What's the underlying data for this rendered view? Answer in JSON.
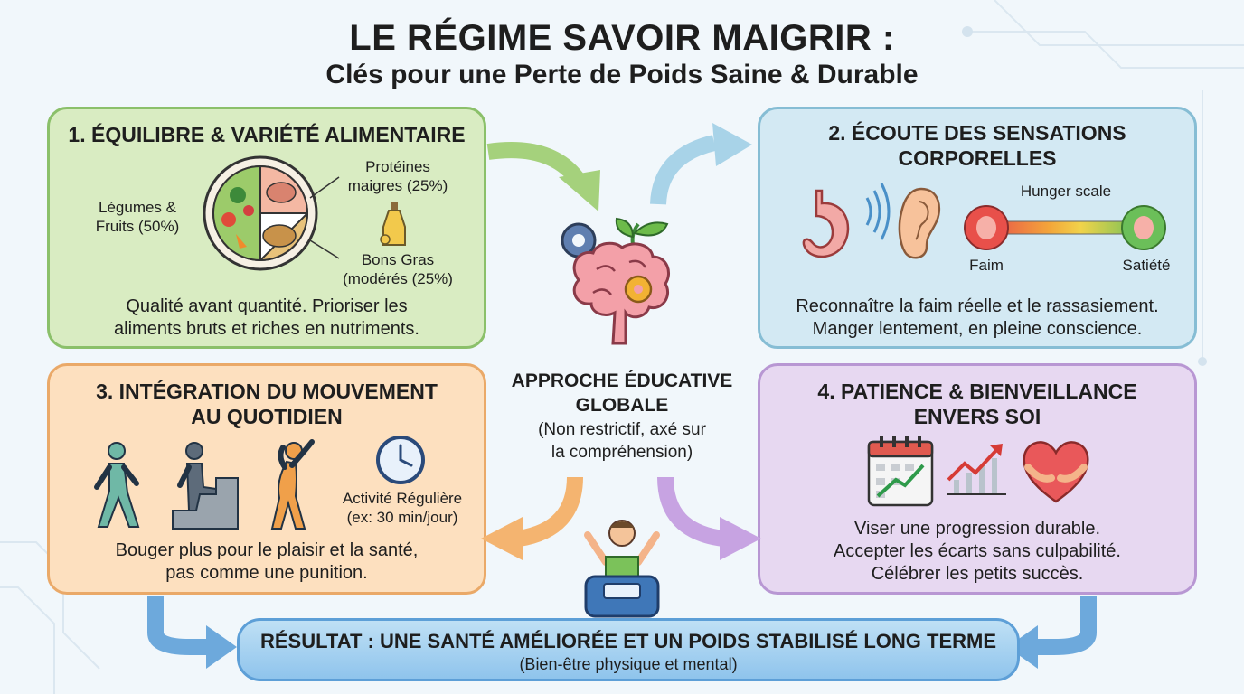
{
  "header": {
    "title": "LE RÉGIME SAVOIR MAIGRIR :",
    "subtitle": "Clés pour une Perte de Poids Saine & Durable"
  },
  "box1": {
    "title": "1. ÉQUILIBRE & VARIÉTÉ ALIMENTAIRE",
    "label_veg_1": "Légumes &",
    "label_veg_2": "Fruits (50%)",
    "label_prot_1": "Protéines",
    "label_prot_2": "maigres (25%)",
    "label_fat_1": "Bons Gras",
    "label_fat_2": "(modérés (25%)",
    "text_1": "Qualité avant quantité. Prioriser les",
    "text_2": "aliments bruts et riches en nutriments."
  },
  "box2": {
    "title_1": "2. ÉCOUTE DES SENSATIONS",
    "title_2": "CORPORELLES",
    "scale_label": "Hunger scale",
    "scale_left": "Faim",
    "scale_right": "Satiété",
    "text_1": "Reconnaître la faim réelle et le rassasiement.",
    "text_2": "Manger lentement, en pleine conscience."
  },
  "box3": {
    "title_1": "3. INTÉGRATION DU MOUVEMENT",
    "title_2": "AU QUOTIDIEN",
    "activity_1": "Activité Régulière",
    "activity_2": "(ex: 30 min/jour)",
    "text_1": "Bouger plus pour le plaisir et la santé,",
    "text_2": "pas comme une punition."
  },
  "box4": {
    "title_1": "4. PATIENCE & BIENVEILLANCE",
    "title_2": "ENVERS SOI",
    "text_1": "Viser une progression durable.",
    "text_2": "Accepter les écarts sans culpabilité.",
    "text_3": "Célébrer les petits succès."
  },
  "center": {
    "title_1": "APPROCHE ÉDUCATIVE",
    "title_2": "GLOBALE",
    "sub_1": "(Non restrictif, axé sur",
    "sub_2": "la compréhension)"
  },
  "result": {
    "title": "RÉSULTAT : UNE SANTÉ AMÉLIORÉE ET UN POIDS STABILISÉ LONG TERME",
    "sub": "(Bien-être physique et mental)"
  },
  "colors": {
    "green": "#8bc06a",
    "blue": "#86bdd4",
    "orange": "#eaa968",
    "purple": "#b897d3",
    "result_blue": "#5d9fd7"
  },
  "icons": [
    "plate-icon",
    "oil-bottle-icon",
    "stomach-icon",
    "ear-icon",
    "hunger-scale-icon",
    "walking-person-icon",
    "stairs-climber-icon",
    "stretching-person-icon",
    "clock-icon",
    "calendar-icon",
    "growth-chart-icon",
    "heart-hug-icon",
    "brain-icon",
    "gear-icon",
    "sprout-icon",
    "person-scale-icon"
  ]
}
